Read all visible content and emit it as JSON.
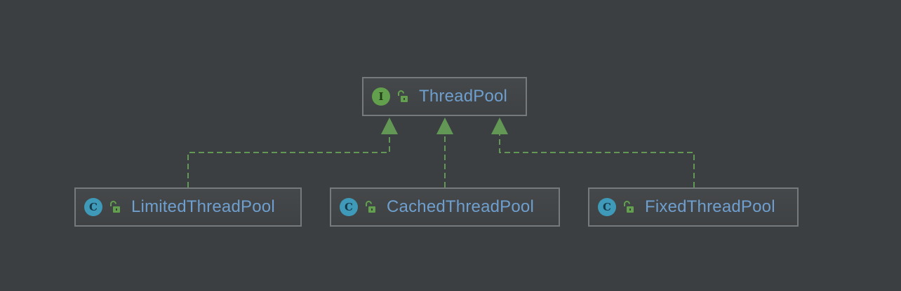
{
  "colors": {
    "background": "#3c3f41",
    "node_border": "#767a7c",
    "text": "#6f9fce",
    "interface_badge": "#62a04e",
    "class_badge": "#3e9ab8",
    "edge": "#629755"
  },
  "diagram": {
    "interface": {
      "badge_letter": "I",
      "name": "ThreadPool",
      "icon": "unlocked-icon"
    },
    "classes": [
      {
        "badge_letter": "C",
        "name": "LimitedThreadPool",
        "icon": "unlocked-icon"
      },
      {
        "badge_letter": "C",
        "name": "CachedThreadPool",
        "icon": "unlocked-icon"
      },
      {
        "badge_letter": "C",
        "name": "FixedThreadPool",
        "icon": "unlocked-icon"
      }
    ]
  }
}
